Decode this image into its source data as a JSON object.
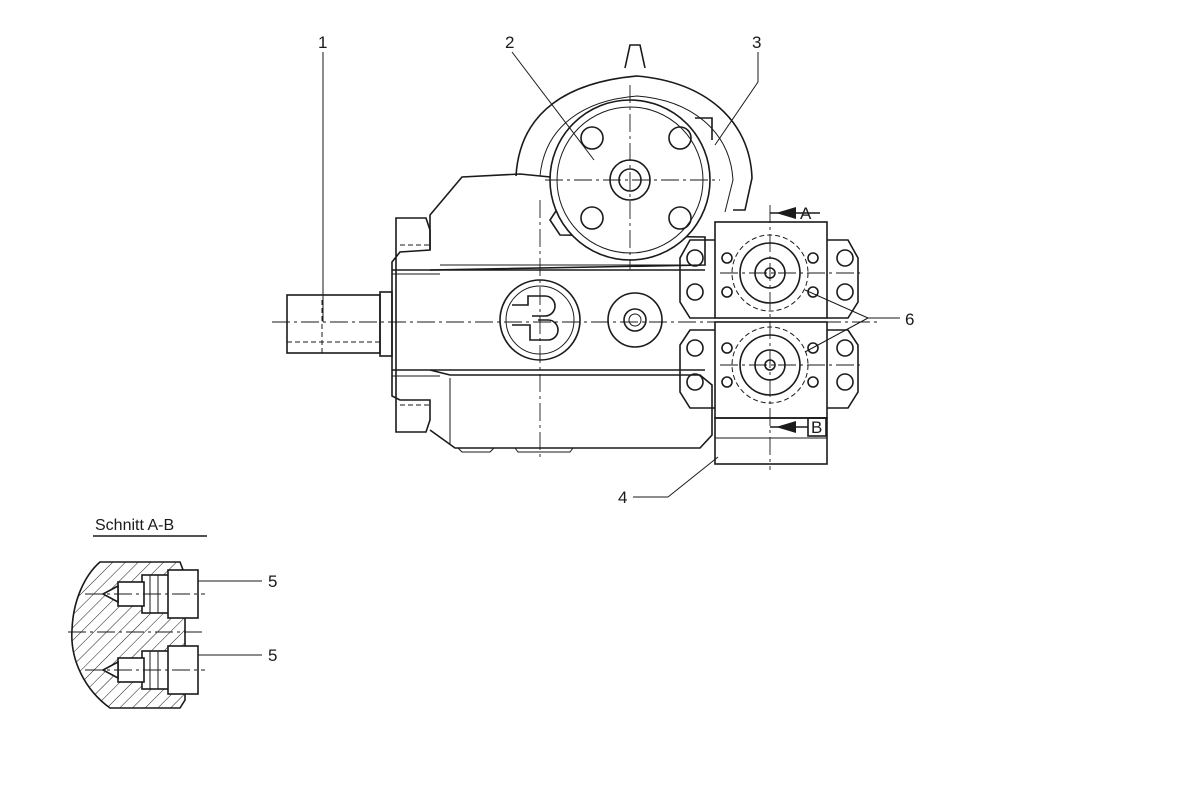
{
  "callouts": [
    "1",
    "2",
    "3",
    "4",
    "5",
    "5",
    "6"
  ],
  "section": {
    "title": "Schnitt  A-B",
    "markA": "A",
    "markB": "B"
  }
}
